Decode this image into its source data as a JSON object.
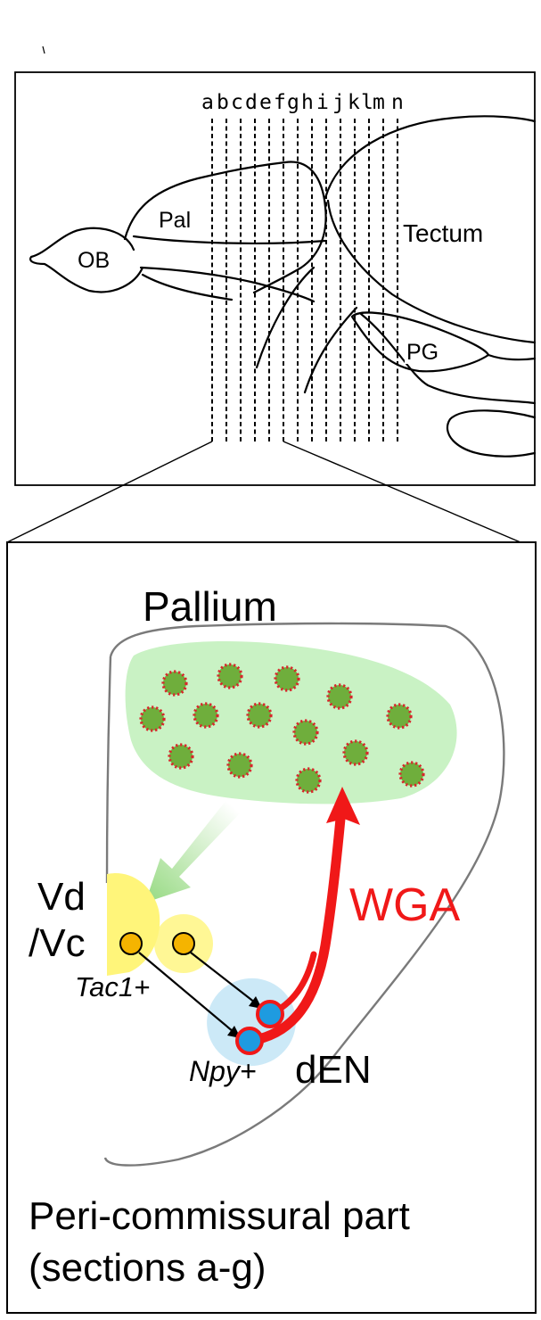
{
  "top_panel": {
    "section_letters": [
      "a",
      "b",
      "c",
      "d",
      "e",
      "f",
      "g",
      "h",
      "i",
      "j",
      "k",
      "l",
      "m",
      "n"
    ],
    "labels": {
      "ob": "OB",
      "pal": "Pal",
      "tectum": "Tectum",
      "pg": "PG"
    }
  },
  "bottom_panel": {
    "title": "Pallium",
    "vd_line1": "Vd",
    "vd_line2": "/Vc",
    "tac1": "Tac1+",
    "npy": "Npy+",
    "den": "dEN",
    "wga": "WGA",
    "caption_line1": "Peri-commissural part",
    "caption_line2": "(sections a-g)"
  },
  "colors": {
    "green_region": "#c9f2c4",
    "green_dot": "#6fae3c",
    "dot_outline": "#d8262b",
    "yellow_region": "#fff57a",
    "orange_cell": "#f5b400",
    "blue_region": "#cce9f7",
    "blue_cell": "#1e9be0",
    "wga_red": "#f01818",
    "arrow_green": "#9ddc8a"
  }
}
